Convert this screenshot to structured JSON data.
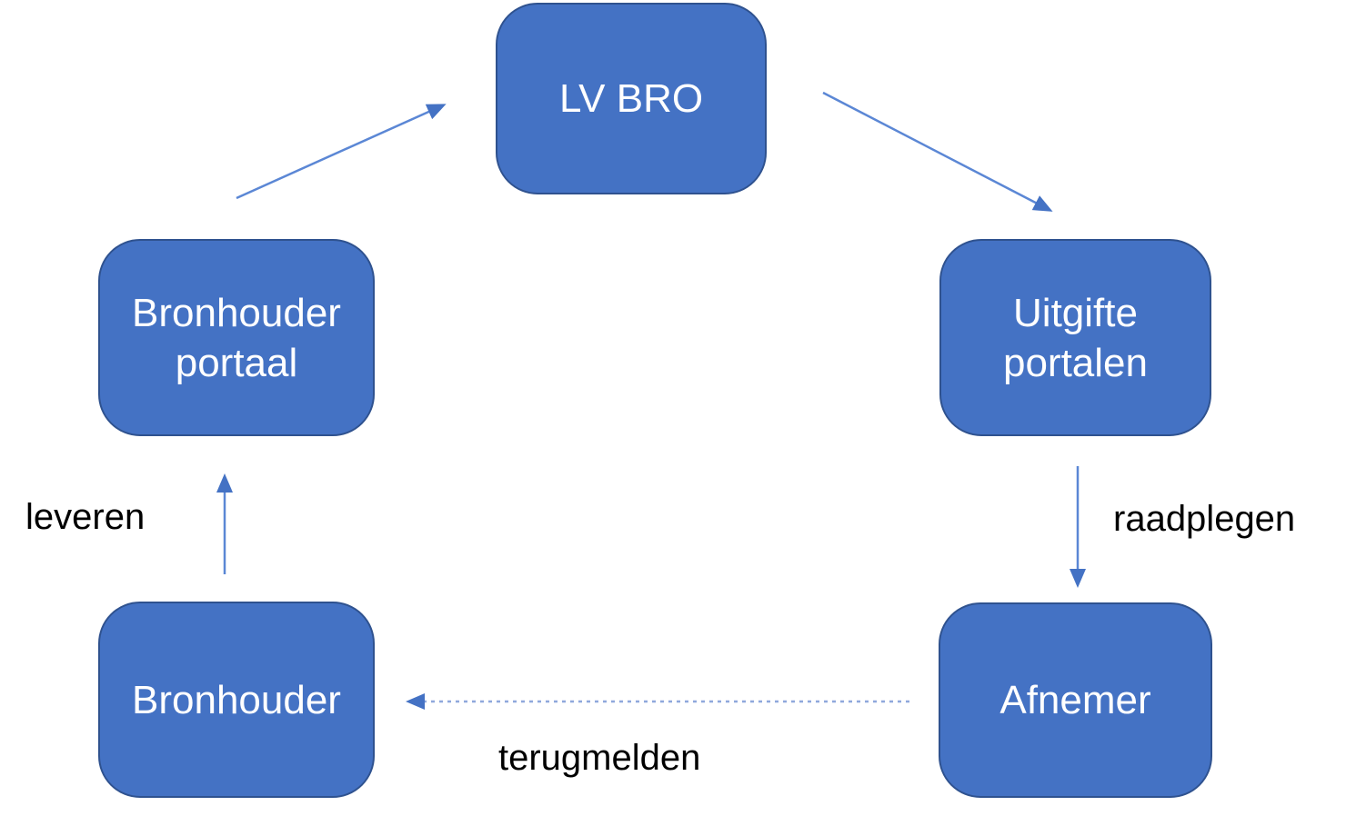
{
  "diagram": {
    "type": "flow-cycle",
    "background": "#FFFFFF",
    "nodes": [
      {
        "id": "lv-bro",
        "label": "LV BRO"
      },
      {
        "id": "bronhouder-portaal",
        "label": "Bronhouder portaal"
      },
      {
        "id": "uitgifte-portalen",
        "label": "Uitgifte portalen"
      },
      {
        "id": "bronhouder",
        "label": "Bronhouder"
      },
      {
        "id": "afnemer",
        "label": "Afnemer"
      }
    ],
    "edges": [
      {
        "from": "bronhouder-portaal",
        "to": "lv-bro",
        "label": "",
        "style": "solid",
        "direction": "up-right"
      },
      {
        "from": "lv-bro",
        "to": "uitgifte-portalen",
        "label": "",
        "style": "solid",
        "direction": "down-right"
      },
      {
        "from": "uitgifte-portalen",
        "to": "afnemer",
        "label": "raadplegen",
        "style": "solid",
        "direction": "down"
      },
      {
        "from": "afnemer",
        "to": "bronhouder",
        "label": "terugmelden",
        "style": "dashed",
        "direction": "left"
      },
      {
        "from": "bronhouder",
        "to": "bronhouder-portaal",
        "label": "leveren",
        "style": "solid",
        "direction": "up"
      }
    ],
    "colors": {
      "node_fill": "#4472C4",
      "node_border": "#2F528F",
      "node_text": "#FFFFFF",
      "arrow": "#4472C4",
      "arrow_line": "#5B87D5",
      "arrow_dashed": "#8FA8DC",
      "label_text": "#000000",
      "background": "#FFFFFF"
    }
  }
}
